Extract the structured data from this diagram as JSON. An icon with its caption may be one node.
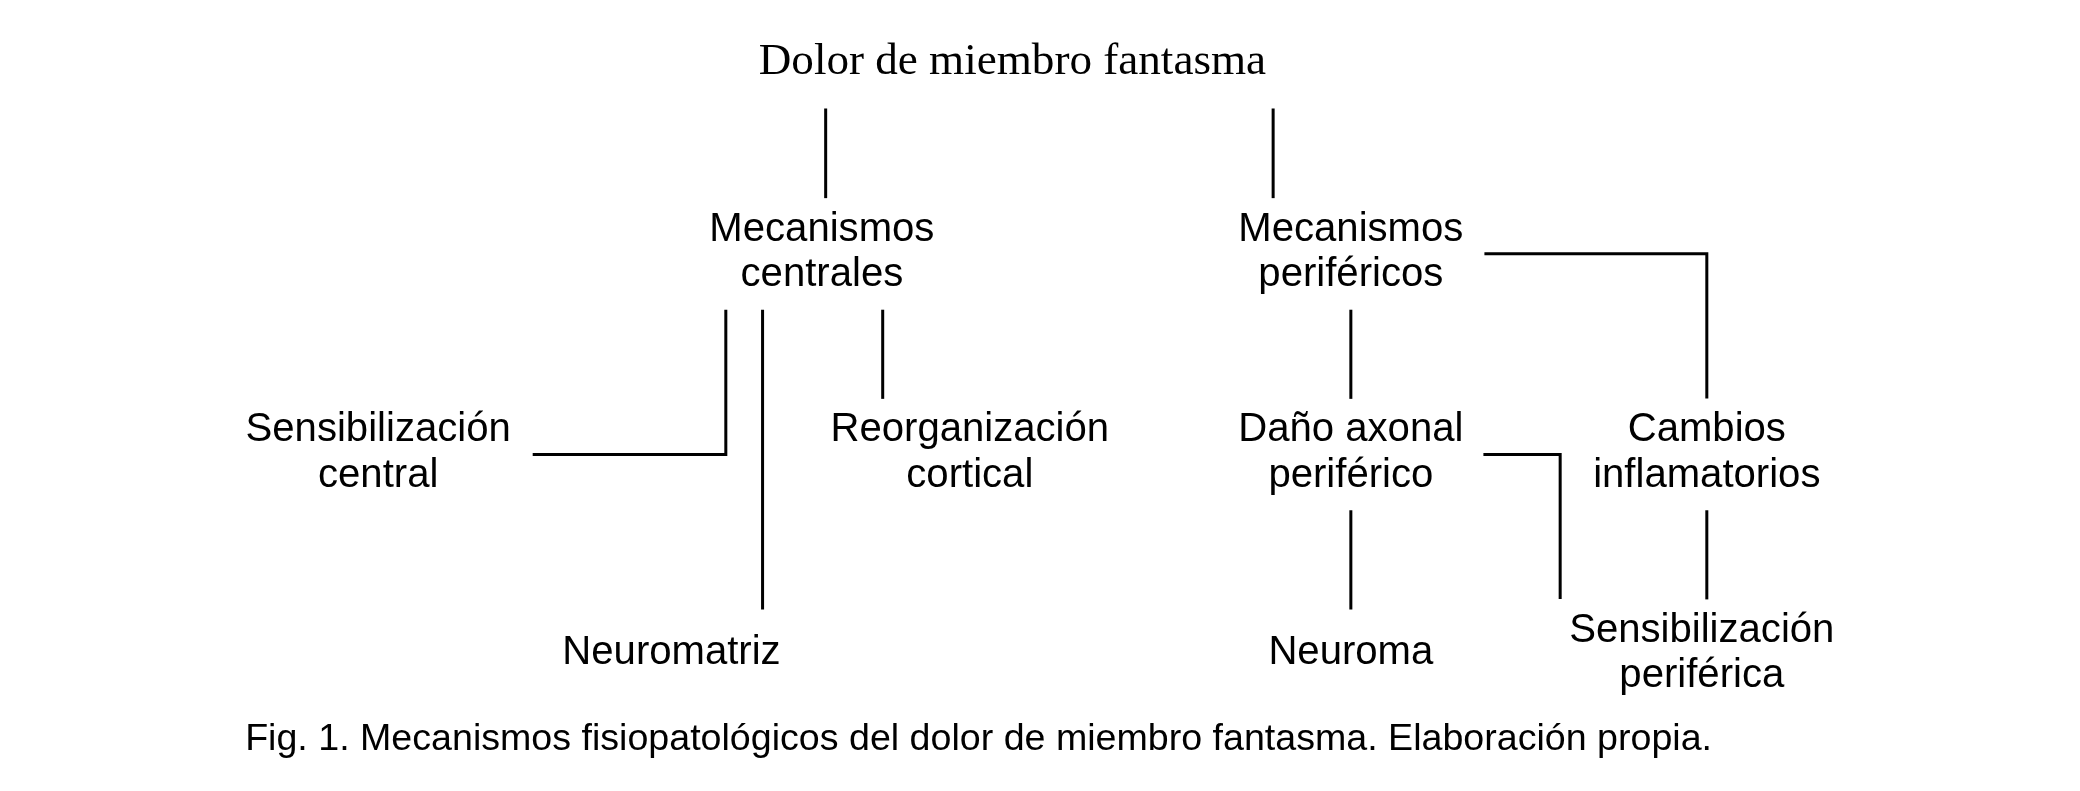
{
  "diagram": {
    "caption": "Fig. 1. Mecanismos fisiopatológicos del dolor de miembro fantasma. Elaboración propia.",
    "nodes": [
      {
        "text": [
          "Dolor de miembro fantasma"
        ]
      },
      {
        "text": [
          "Mecanismos centrales"
        ]
      },
      {
        "text": [
          "Mecanismos periféricos"
        ]
      },
      {
        "text": [
          "Sensibilización central"
        ]
      },
      {
        "text": [
          "Neuromatriz"
        ]
      },
      {
        "text": [
          "Reorganización cortical"
        ]
      },
      {
        "text": [
          "Daño axonal periférico"
        ]
      },
      {
        "text": [
          "Cambios inflamatorios"
        ]
      },
      {
        "text": [
          "Neuroma"
        ]
      },
      {
        "text": [
          "Sensibilización periférica"
        ]
      }
    ],
    "edges": [
      {
        "from": 0,
        "to": 1,
        "arrow": "none"
      },
      {
        "from": 0,
        "to": 2,
        "arrow": "none"
      },
      {
        "from": 1,
        "to": 3,
        "arrow": "none"
      },
      {
        "from": 1,
        "to": 4,
        "arrow": "none"
      },
      {
        "from": 1,
        "to": 5,
        "arrow": "none"
      },
      {
        "from": 2,
        "to": 6,
        "arrow": "none"
      },
      {
        "from": 2,
        "to": 7,
        "arrow": "none"
      },
      {
        "from": 6,
        "to": 8,
        "arrow": "none"
      },
      {
        "from": 6,
        "to": 9,
        "arrow": "none"
      },
      {
        "from": 7,
        "to": 9,
        "arrow": "none"
      }
    ]
  }
}
